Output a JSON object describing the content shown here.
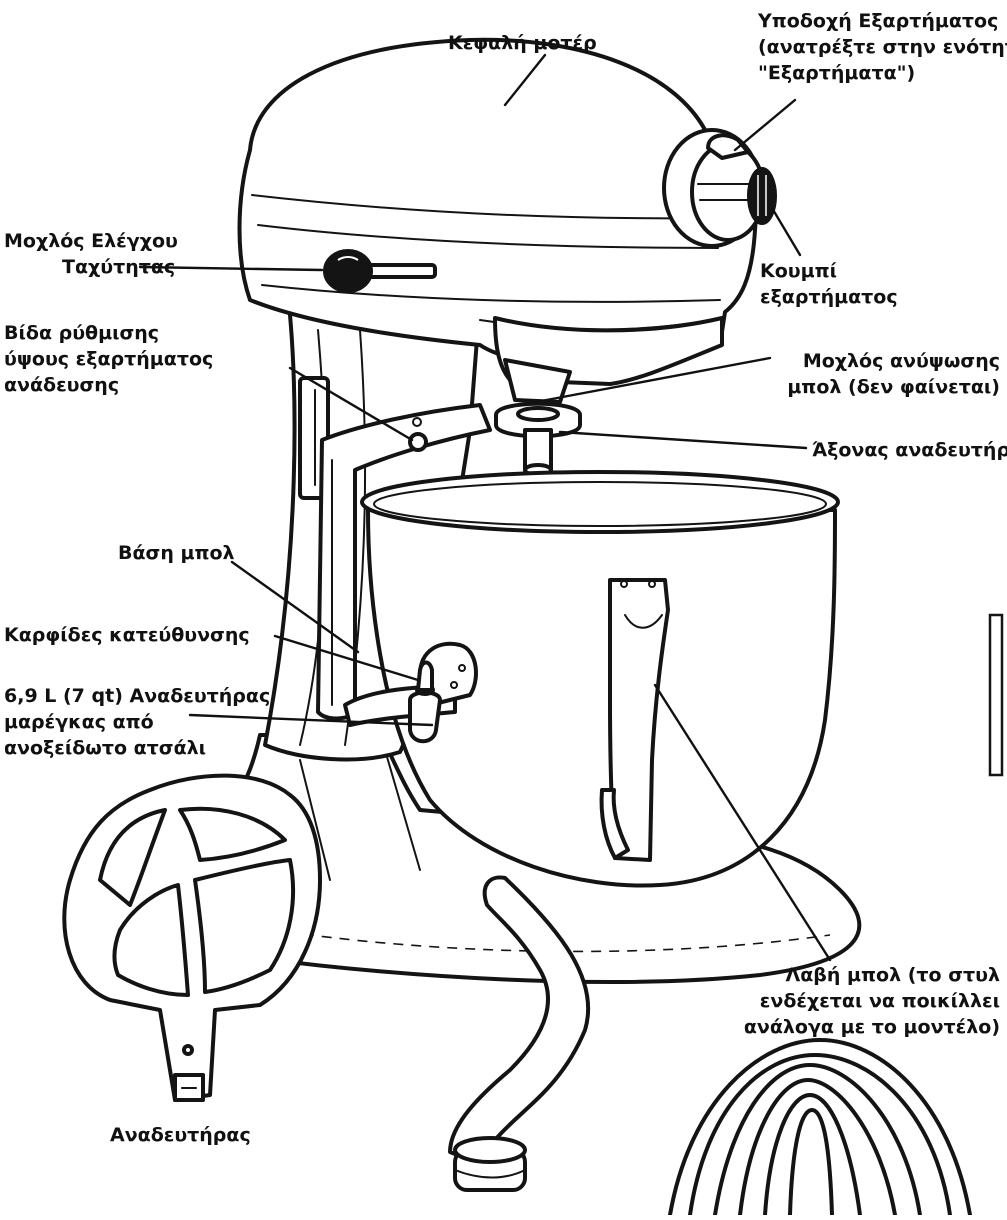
{
  "labels": {
    "motor_head": [
      "Κεφαλή μοτέρ"
    ],
    "attachment_hub": [
      "Υποδοχή Εξαρτήματος",
      "(ανατρέξτε στην ενότητα",
      "\"Εξαρτήματα\")"
    ],
    "speed_control_lever": [
      "Μοχλός Ελέγχου",
      "Ταχύτητας"
    ],
    "attachment_knob": [
      "Κουμπί",
      "εξαρτήματος"
    ],
    "beater_height_screw": [
      "Βίδα ρύθμισης",
      "ύψους εξαρτήματος",
      "ανάδευσης"
    ],
    "bowl_lift_lever": [
      "Μοχλός ανύψωσης",
      "μπολ (δεν φαίνεται)"
    ],
    "beater_shaft": [
      "Άξονας αναδευτήρα"
    ],
    "bowl_support": [
      "Βάση μπολ"
    ],
    "locating_pins": [
      "Καρφίδες κατεύθυνσης"
    ],
    "bowl": [
      "6,9 L (7 qt) Αναδευτήρας",
      "μαρέγκας από",
      "ανοξείδωτο ατσάλι"
    ],
    "bowl_handle": [
      "Λαβή μπολ (το στυλ",
      "ενδέχεται να ποικίλλει",
      "ανάλογα με το μοντέλο)"
    ],
    "flat_beater": [
      "Αναδευτήρας"
    ]
  }
}
